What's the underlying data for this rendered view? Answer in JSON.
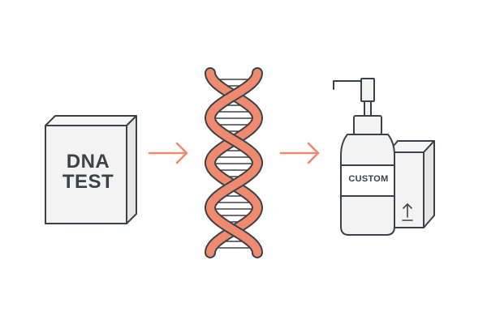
{
  "test_box": {
    "line1": "DNA",
    "line2": "TEST"
  },
  "product": {
    "label": "CUSTOM"
  },
  "colors": {
    "outline": "#3d4249",
    "accent": "#f08a6e",
    "fill": "#f2f2f2",
    "background": "#ffffff"
  },
  "icons": [
    "dna-test-kit-box-icon",
    "arrow-right-icon",
    "dna-double-helix-icon",
    "pump-bottle-icon",
    "product-box-icon",
    "this-side-up-icon"
  ]
}
